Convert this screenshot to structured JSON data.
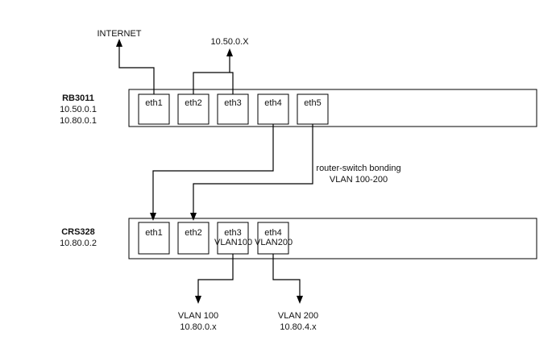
{
  "internet_label": "INTERNET",
  "subnet_top_label": "10.50.0.X",
  "rb3011": {
    "name": "RB3011",
    "ip1": "10.50.0.1",
    "ip2": "10.80.0.1",
    "ports": [
      "eth1",
      "eth2",
      "eth3",
      "eth4",
      "eth5"
    ]
  },
  "bonding_label_line1": "router-switch bonding",
  "bonding_label_line2": "VLAN 100-200",
  "crs328": {
    "name": "CRS328",
    "ip": "10.80.0.2",
    "ports": [
      "eth1",
      "eth2",
      "eth3",
      "eth4"
    ],
    "port_sub": [
      "",
      "",
      "VLAN100",
      "VLAN200"
    ]
  },
  "vlan100": {
    "name": "VLAN 100",
    "subnet": "10.80.0.x"
  },
  "vlan200": {
    "name": "VLAN 200",
    "subnet": "10.80.4.x"
  }
}
